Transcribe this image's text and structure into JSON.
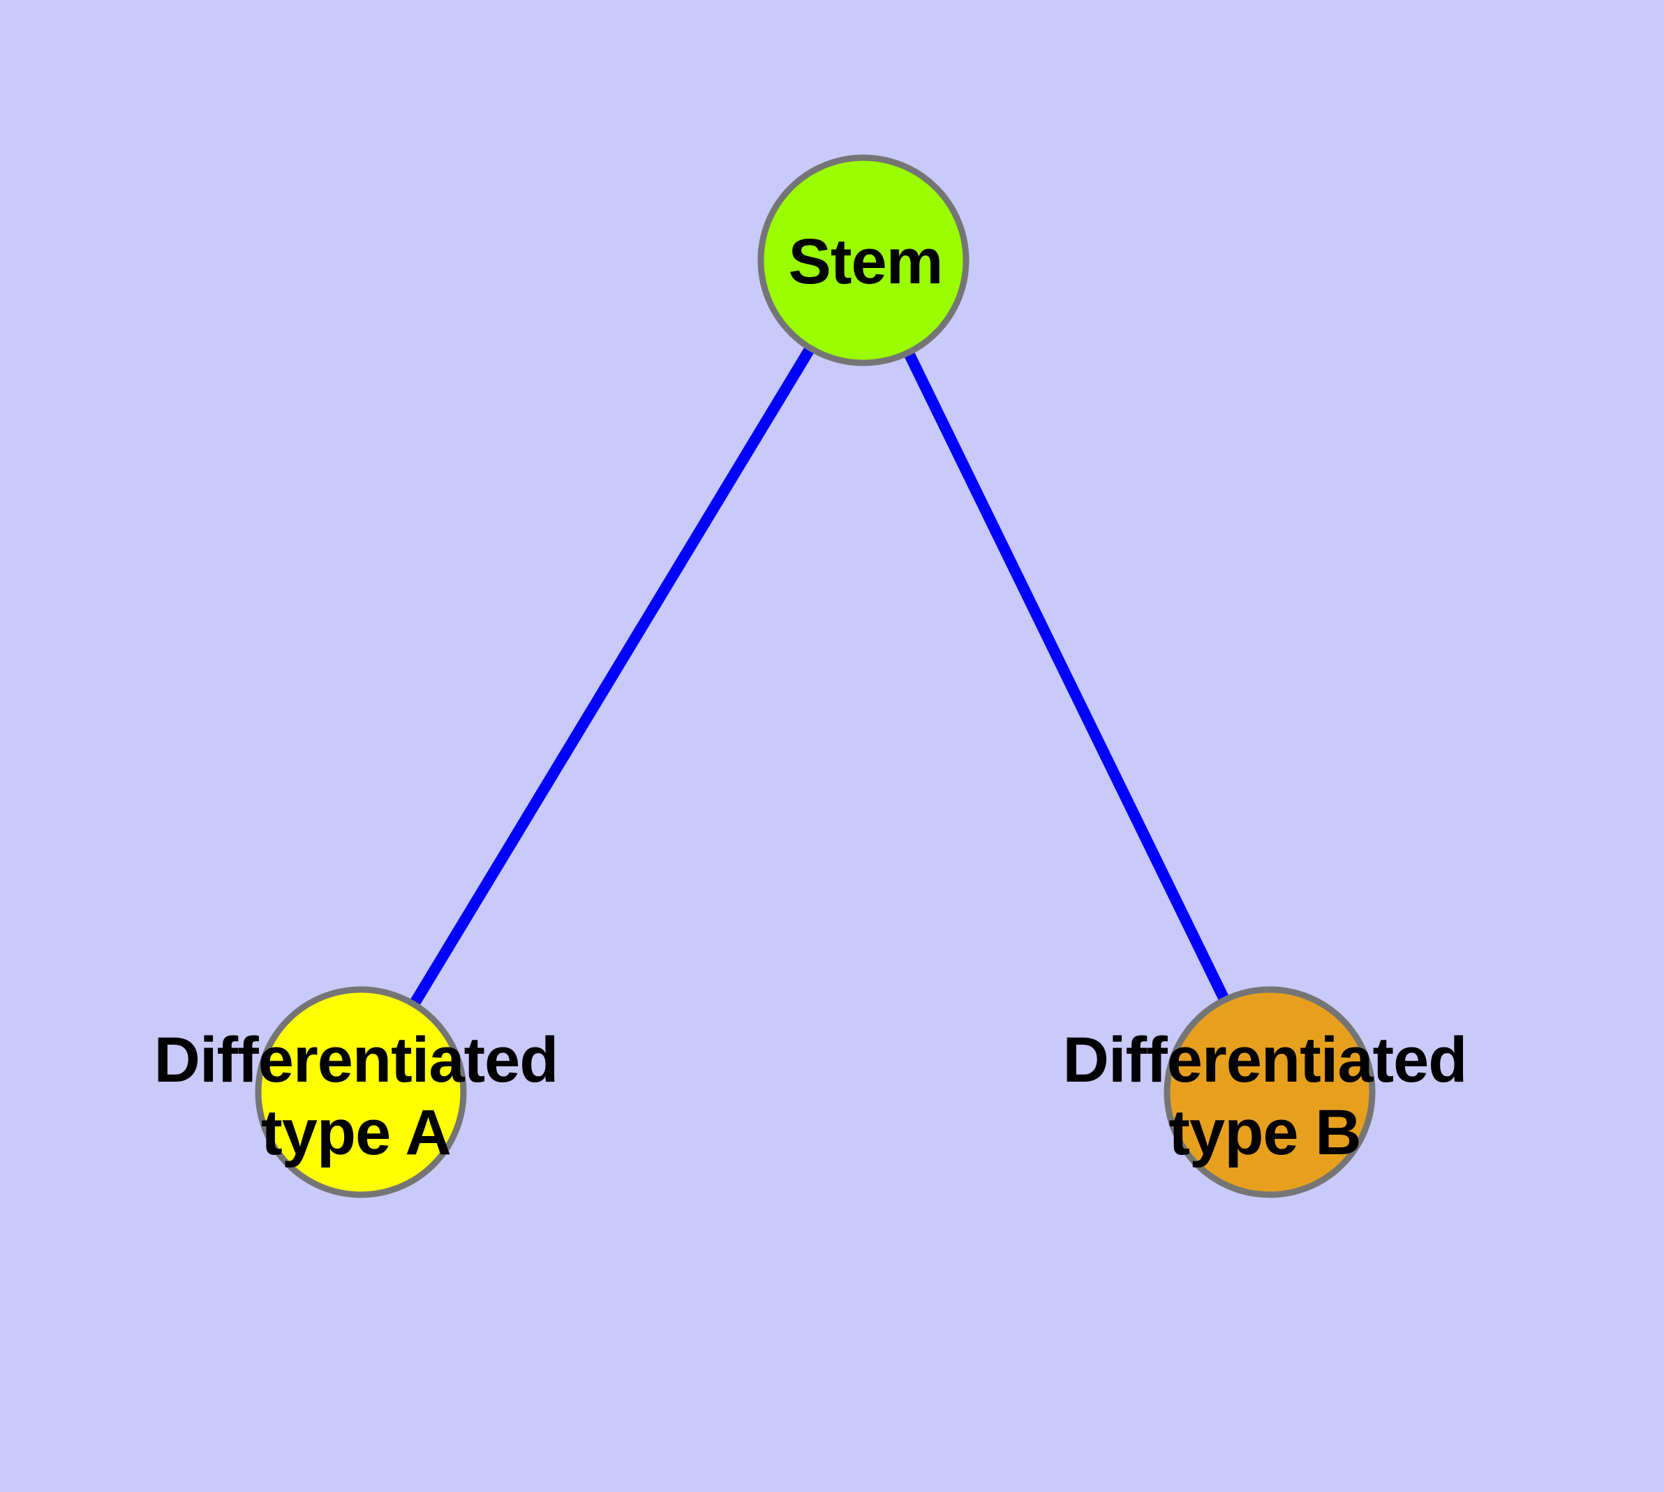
{
  "diagram": {
    "type": "node-link-graph",
    "background_color": "#C9C9FA",
    "edge_color": "#0000FF",
    "node_border_color": "#757575",
    "label_color": "#000000",
    "nodes": [
      {
        "id": "stem",
        "label_lines": [
          "Stem"
        ],
        "fill": "#9AFE00"
      },
      {
        "id": "differentiated-type-a",
        "label_lines": [
          "Differentiated",
          "type A"
        ],
        "fill": "#FFFF00"
      },
      {
        "id": "differentiated-type-b",
        "label_lines": [
          "Differentiated",
          "type B"
        ],
        "fill": "#E7A01E"
      }
    ],
    "edges": [
      {
        "source": "stem",
        "target": "differentiated-type-a"
      },
      {
        "source": "stem",
        "target": "differentiated-type-b"
      }
    ]
  }
}
